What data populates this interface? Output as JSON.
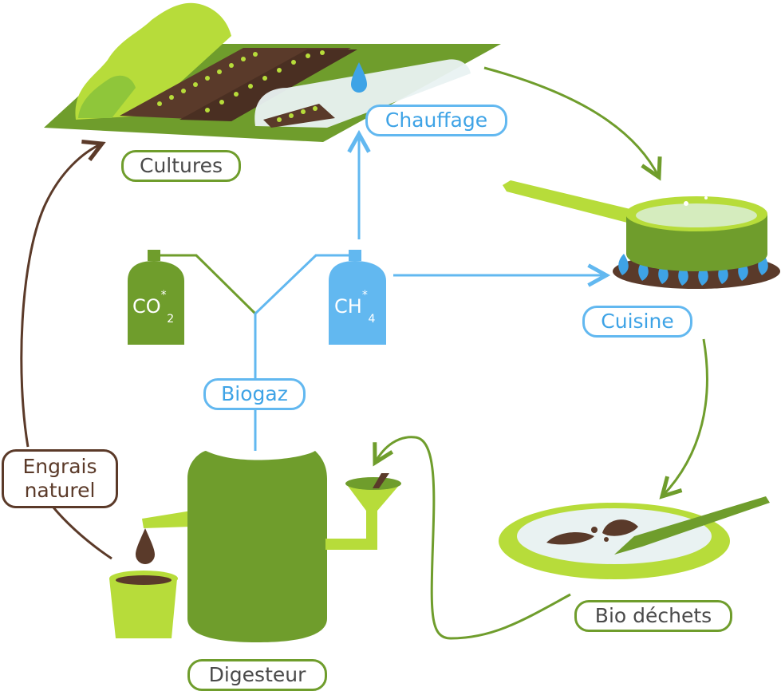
{
  "labels": {
    "cultures": "Cultures",
    "chauffage": "Chauffage",
    "cuisine": "Cuisine",
    "biogaz": "Biogaz",
    "digesteur": "Digesteur",
    "bio_dechets": "Bio déchets",
    "engrais_line1": "Engrais",
    "engrais_line2": "naturel"
  },
  "gases": {
    "co2_main": "CO",
    "co2_sub": "2",
    "co2_sup": "*",
    "ch4_main": "CH",
    "ch4_sub": "4",
    "ch4_sup": "*"
  },
  "colors": {
    "green": "#6f9d2c",
    "light_green": "#b7dc3a",
    "blue": "#62b8f0",
    "brown": "#5b3a29",
    "soil": "#5a3a2a",
    "label_text": "#4a4a4a"
  },
  "icons": [
    "field-icon",
    "greenhouse-icon",
    "water-drop-icon",
    "pan-icon",
    "gas-flame-icon",
    "plate-icon",
    "fork-icon",
    "digester-icon",
    "funnel-icon",
    "compost-pot-icon",
    "fertilizer-drop-icon",
    "co2-bottle-icon",
    "ch4-bottle-icon"
  ]
}
